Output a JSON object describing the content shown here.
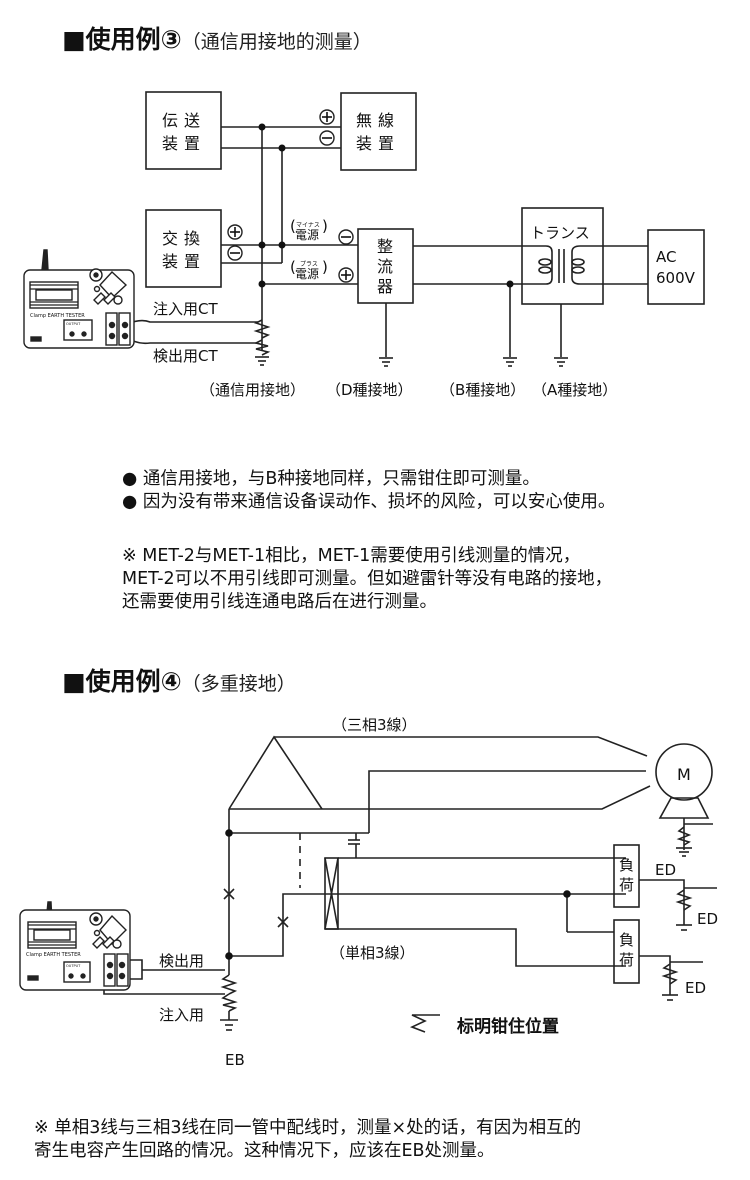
{
  "section3": {
    "title_mark": "■",
    "title": "使用例③",
    "subtitle": "（通信用接地的测量）",
    "devices": {
      "transmission": [
        "伝送",
        "装置"
      ],
      "wireless": [
        "無線",
        "装置"
      ],
      "exchange": [
        "交換",
        "装置"
      ],
      "rectifier": [
        "整",
        "流",
        "器"
      ],
      "transformer": "トランス",
      "ac_source": [
        "AC",
        "600V"
      ]
    },
    "power_labels": {
      "minus_ruby": "マイナス",
      "minus_main": "電源",
      "plus_ruby": "プラス",
      "plus_main": "電源"
    },
    "ct_labels": {
      "injection": "注入用CT",
      "detection": "検出用CT"
    },
    "ground_labels": {
      "comm": "（通信用接地）",
      "d_class": "（D種接地）",
      "b_class": "（B種接地）",
      "a_class": "（A種接地）"
    },
    "tester_label": "Clamp EARTH TESTER",
    "tester_output_label": "OUTPUT",
    "bullets": [
      "通信用接地，与B种接地同样，只需钳住即可测量。",
      "因为没有带来通信设备误动作、损坏的风险，可以安心使用。"
    ],
    "note_lines": [
      "※ MET-2与MET-1相比，MET-1需要使用引线测量的情况，",
      "MET-2可以不用引线即可测量。但如避雷针等没有电路的接地，",
      "还需要使用引线连通电路后在进行测量。"
    ]
  },
  "section4": {
    "title_mark": "■",
    "title": "使用例④",
    "subtitle": "（多重接地）",
    "three_phase_label": "（三相3線）",
    "single_phase_label": "（単相3線）",
    "motor_label": "M",
    "load_labels": [
      [
        "負",
        "荷"
      ],
      [
        "負",
        "荷"
      ]
    ],
    "ed_labels": [
      "ED",
      "ED",
      "ED"
    ],
    "detection_label": "検出用",
    "injection_label": "注入用",
    "eb_label": "EB",
    "legend_label": "标明钳住位置",
    "tester_label": "Clamp EARTH TESTER",
    "tester_output_label": "OUTPUT",
    "note_lines": [
      "※ 单相3线与三相3线在同一管中配线时，测量×处的话，有因为相互的",
      "寄生电容产生回路的情况。这种情况下，应该在EB处测量。"
    ]
  }
}
